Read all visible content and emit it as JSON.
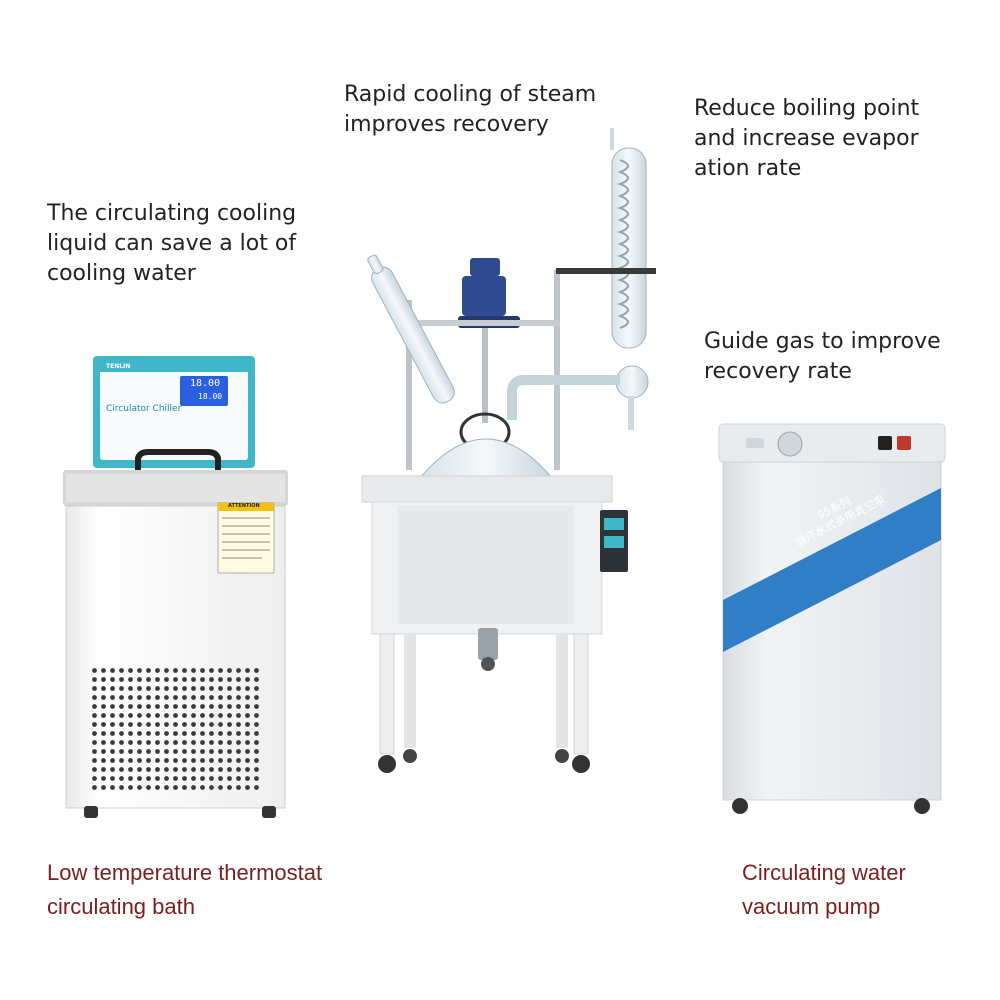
{
  "captions": {
    "steam": "Rapid cooling of steam\nimproves recovery",
    "boiling": "Reduce boiling point\nand increase evapor\nation rate",
    "cooling_liquid": "The circulating cooling\nliquid can save a lot of\ncooling water",
    "guide_gas": "Guide gas to improve\nrecovery rate"
  },
  "labels": {
    "chiller_name": "Low temperature thermostat\ncirculating bath",
    "pump_name": "Circulating water\nvacuum pump"
  },
  "chiller": {
    "brand": "TENLIN",
    "panel_title": "Circulator Chiller",
    "display_top": "18.00",
    "display_bottom": "18.00",
    "warning_title": "ATTENTION"
  },
  "pump": {
    "band_text": "95系列\n循环水式多用真空泵"
  },
  "colors": {
    "accent_teal": "#3fb7c9",
    "label_red": "#7a1f1f",
    "pump_blue": "#2f7ec6",
    "display_blue": "#2a5fe0"
  }
}
